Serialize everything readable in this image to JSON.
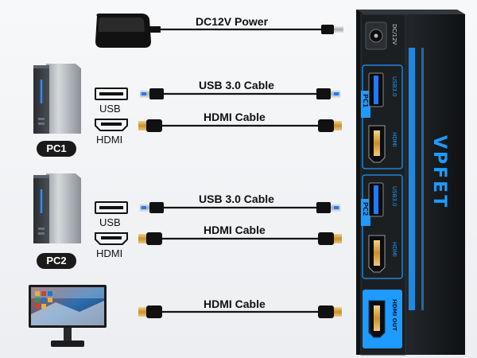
{
  "labels": {
    "power": "DC12V Power",
    "usb_cable_1": "USB 3.0 Cable",
    "hdmi_cable_1": "HDMI Cable",
    "usb_cable_2": "USB 3.0 Cable",
    "hdmi_cable_2": "HDMI Cable",
    "hdmi_cable_out": "HDMI Cable"
  },
  "pcs": {
    "pc1": "PC1",
    "pc2": "PC2"
  },
  "ports": {
    "usb_1": "USB",
    "hdmi_1": "HDMI",
    "usb_2": "USB",
    "hdmi_2": "HDMI"
  },
  "device": {
    "brand": "VPFET",
    "power_port": "DC/12V",
    "pc1_tag": "PC1",
    "pc2_tag": "PC2",
    "usb_port": "USB3.0",
    "hdmi_port": "HDMI",
    "hdmi_out": "HDMI OUT"
  },
  "colors": {
    "accent_blue": "#1e9bff",
    "device_body": "#16181b",
    "cable": "#141414",
    "gold": "#d9a23a"
  }
}
